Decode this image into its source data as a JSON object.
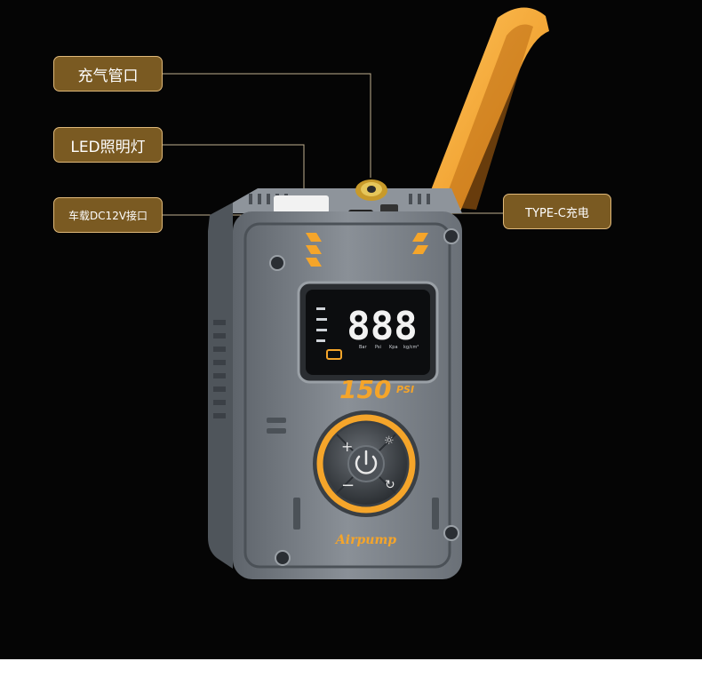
{
  "callouts": {
    "inflation_port": "充气管口",
    "led_light": "LED照明灯",
    "dc12v_port": "车载DC12V接口",
    "typec_charging": "TYPE-C充电"
  },
  "device": {
    "display_digits": "888",
    "max_pressure_number": "150",
    "max_pressure_unit": "PSI",
    "units_row": [
      "Bar",
      "Psi",
      "Kpa",
      "kg/cm²"
    ],
    "brand": "Airpump"
  },
  "colors": {
    "background": "#050505",
    "callout_fill": "#7a5a22",
    "callout_border": "#e0b97a",
    "accent_orange": "#f5a52a",
    "body_gray": "#7d838a"
  }
}
